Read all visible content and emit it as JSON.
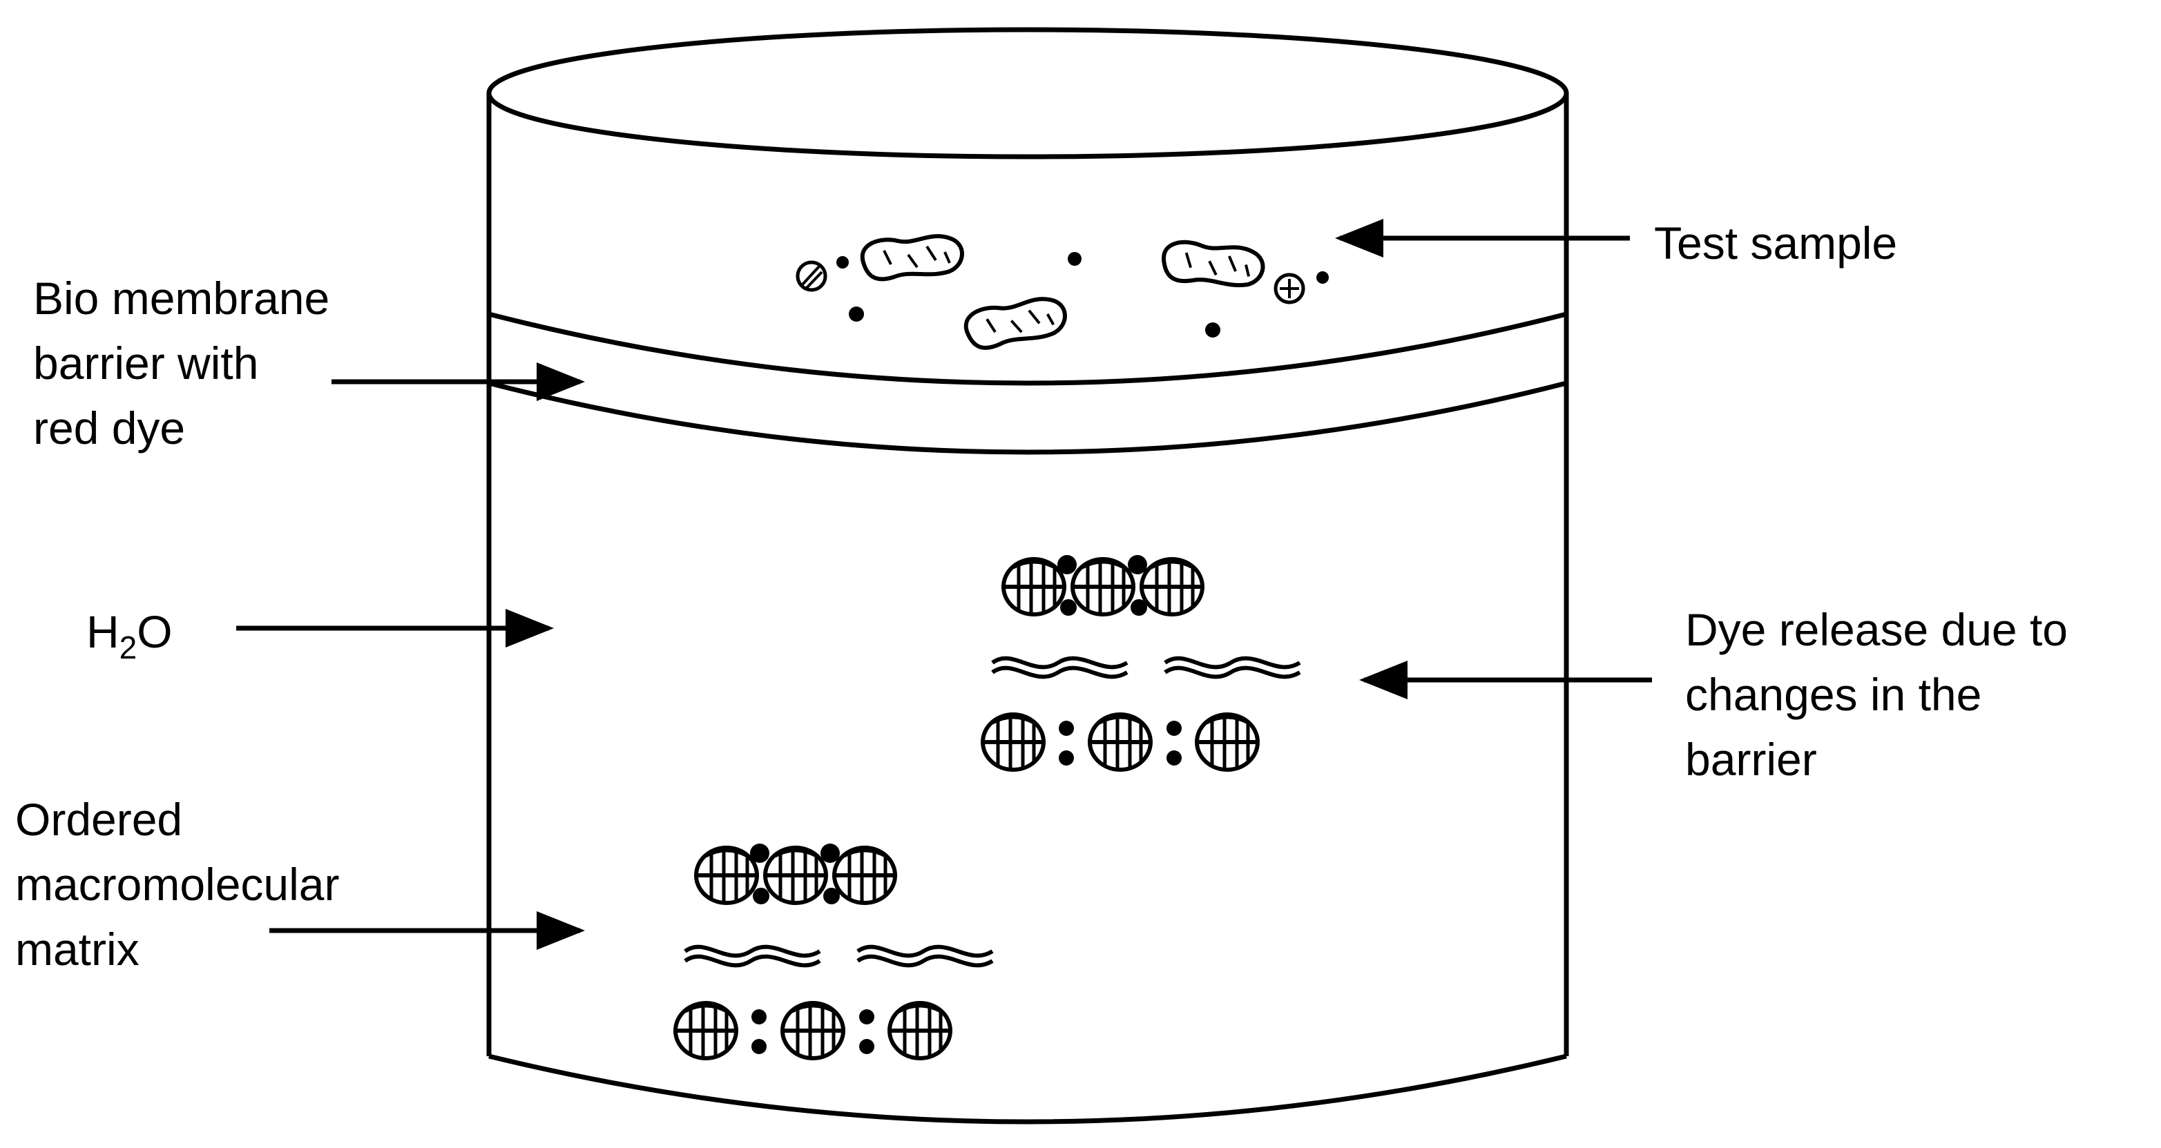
{
  "labels": {
    "test_sample": "Test sample",
    "bio_membrane": [
      "Bio membrane",
      "barrier with",
      "red dye"
    ],
    "water": {
      "base": "H",
      "subscript": "2",
      "tail": "O"
    },
    "dye_release": [
      "Dye release due to",
      "changes in the",
      "barrier"
    ],
    "matrix": [
      "Ordered",
      "macromolecular",
      "matrix"
    ]
  },
  "icons": {
    "container": "cylinder-container",
    "sample": "sample-particle",
    "matrix": "macromolecule-cluster",
    "pointer": "arrow-left-right"
  },
  "colors": {
    "line": "#000000",
    "background": "#ffffff"
  }
}
